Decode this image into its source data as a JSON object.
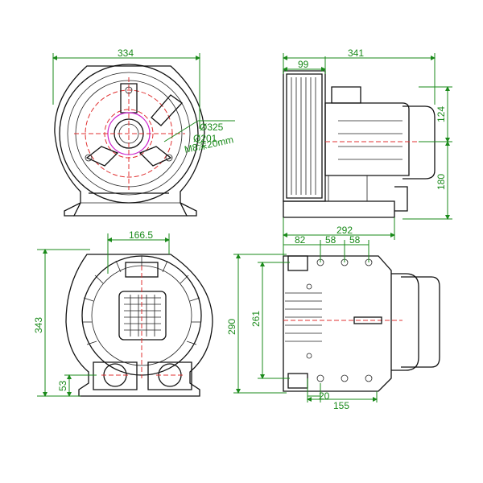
{
  "dimensions": {
    "front_top_width": "334",
    "side_top_depth": "99",
    "side_top_length": "341",
    "side_upper_height": "124",
    "side_lower_height": "180",
    "side_bottom_length": "292",
    "flange_bolt_circle": "Ø325",
    "flange_inner_circle": "Ø201",
    "flange_bolt": "M8深20mm",
    "rear_width": "166.5",
    "rear_height": "343",
    "rear_port_height": "53",
    "plan_height_outer": "290",
    "plan_height_inner": "261",
    "plan_spacing_1": "82",
    "plan_spacing_2": "58",
    "plan_spacing_3": "58",
    "plan_offset": "20",
    "plan_base_length": "155"
  },
  "colors": {
    "dimension": "#1a8a1a",
    "outline": "#111111",
    "centerline": "#e03030",
    "flange": "#cc22cc"
  }
}
